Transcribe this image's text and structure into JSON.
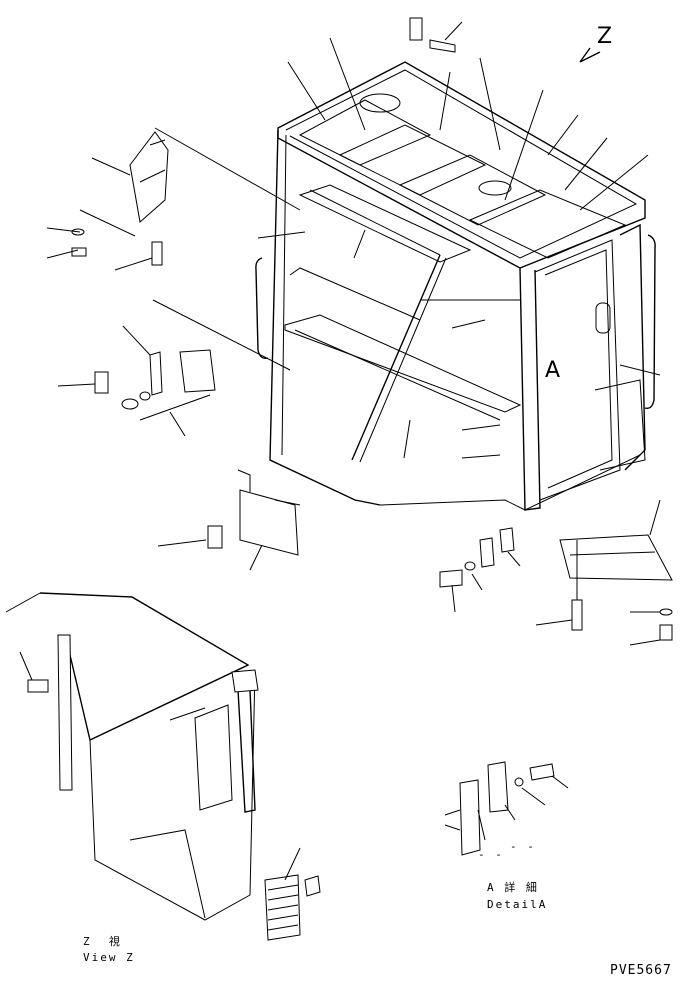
{
  "labels": {
    "view_z_arrow": "Z",
    "detail_a_arrow": "A",
    "detail_a_jp": "A 詳 細",
    "detail_a_en": "DetailA",
    "view_z_jp": "Z  視",
    "view_z_en": "View Z",
    "drawing_code": "PVE5667",
    "dash_mark_1": "- -",
    "dash_mark_2": "- -"
  },
  "colors": {
    "line": "#000000",
    "background": "#ffffff"
  }
}
